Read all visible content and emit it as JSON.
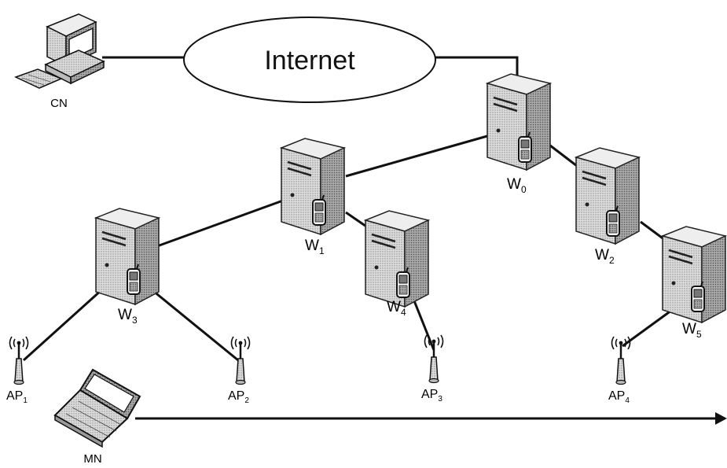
{
  "cloud": {
    "label": "Internet"
  },
  "nodes": {
    "cn": {
      "label": "CN"
    },
    "w0": {
      "base": "W",
      "sub": "0"
    },
    "w1": {
      "base": "W",
      "sub": "1"
    },
    "w2": {
      "base": "W",
      "sub": "2"
    },
    "w3": {
      "base": "W",
      "sub": "3"
    },
    "w4": {
      "base": "W",
      "sub": "4"
    },
    "w5": {
      "base": "W",
      "sub": "5"
    },
    "ap1": {
      "base": "AP",
      "sub": "1"
    },
    "ap2": {
      "base": "AP",
      "sub": "2"
    },
    "ap3": {
      "base": "AP",
      "sub": "3"
    },
    "ap4": {
      "base": "AP",
      "sub": "4"
    },
    "mn": {
      "label": "MN"
    }
  },
  "icons": {
    "computer": "desktop-computer-icon",
    "server": "server-icon",
    "phone": "mobile-phone-icon",
    "antenna": "access-point-icon",
    "laptop": "laptop-icon"
  },
  "colors": {
    "line": "#111111",
    "cloud_fill": "#ffffff",
    "server_body": "#d8d8d8",
    "server_side": "#9a9a9a"
  }
}
